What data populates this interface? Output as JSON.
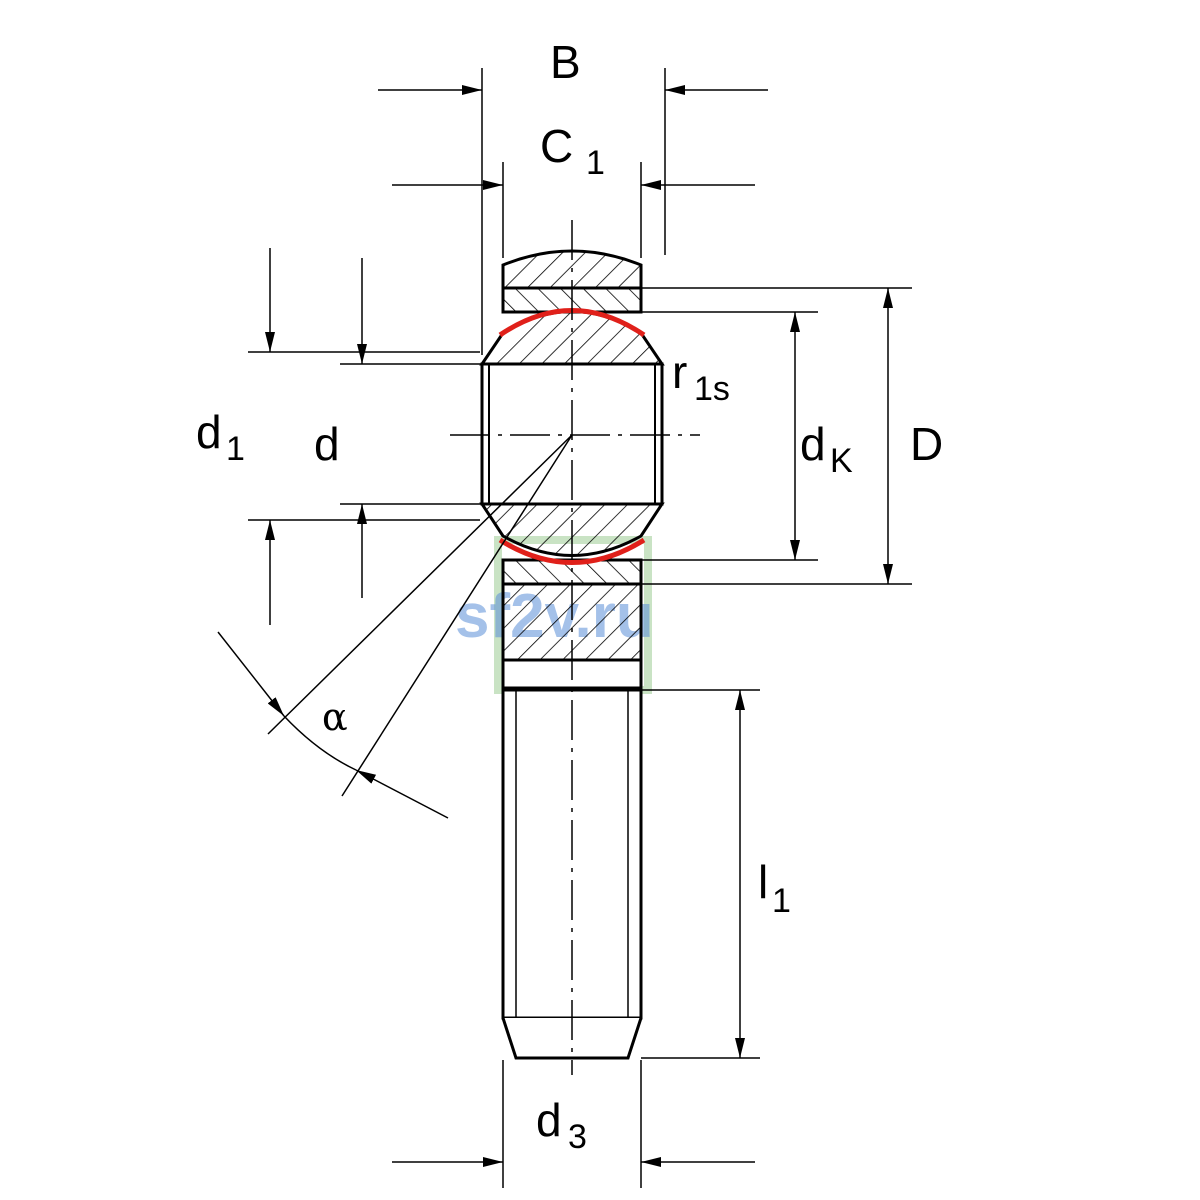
{
  "labels": {
    "B": "B",
    "C": "C",
    "C_sub": "1",
    "r": "r",
    "r_sub": "1s",
    "d1": "d",
    "d1_sub": "1",
    "d": "d",
    "dK": "d",
    "dK_sub": "K",
    "D": "D",
    "alpha": "α",
    "l": "l",
    "l_sub": "1",
    "d3": "d",
    "d3_sub": "3"
  },
  "watermark": "sf2v.ru",
  "colors": {
    "line": "#000000",
    "seal": "#e0201a",
    "watermark": "#5b8fd8",
    "watermark_frame": "#c9e3c4"
  }
}
